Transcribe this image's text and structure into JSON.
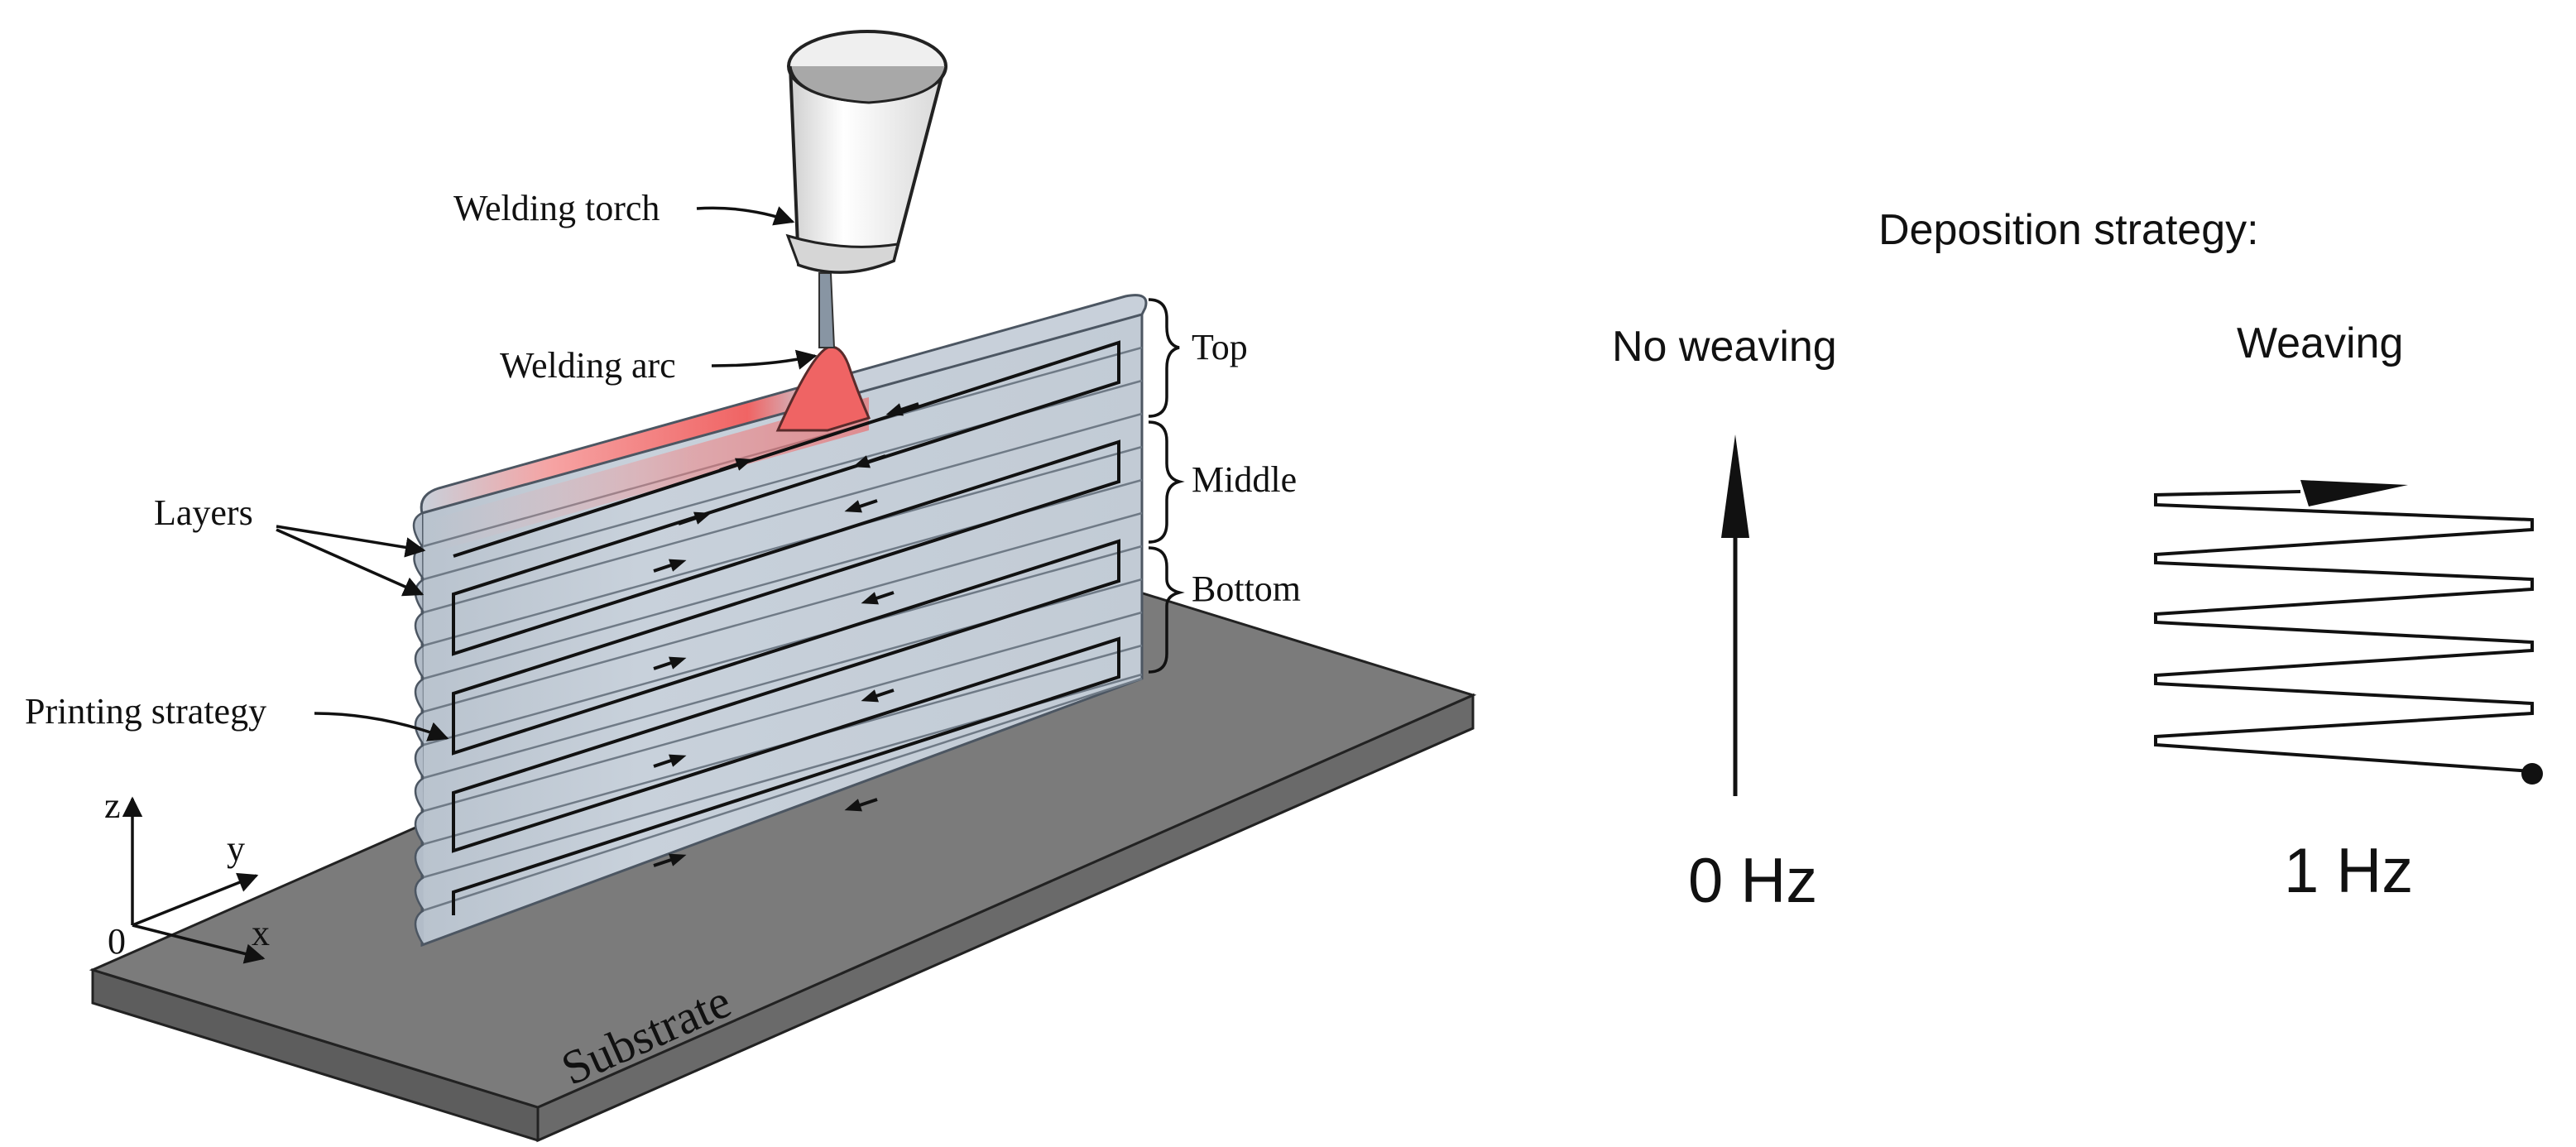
{
  "labels": {
    "welding_torch": "Welding torch",
    "welding_arc": "Welding arc",
    "layers": "Layers",
    "printing_strategy": "Printing strategy",
    "top": "Top",
    "middle": "Middle",
    "bottom": "Bottom",
    "substrate": "Substrate"
  },
  "axes": {
    "z": "z",
    "y": "y",
    "x": "x",
    "origin": "0"
  },
  "deposition": {
    "title": "Deposition strategy:",
    "no_weaving": {
      "label": "No weaving",
      "frequency": "0 Hz"
    },
    "weaving": {
      "label": "Weaving",
      "frequency": "1 Hz"
    }
  },
  "colors": {
    "substrate": "#7a7a7a",
    "wall": "#c3ccd6",
    "arc": "#f06a6a",
    "torch": "#f2f2f2"
  }
}
